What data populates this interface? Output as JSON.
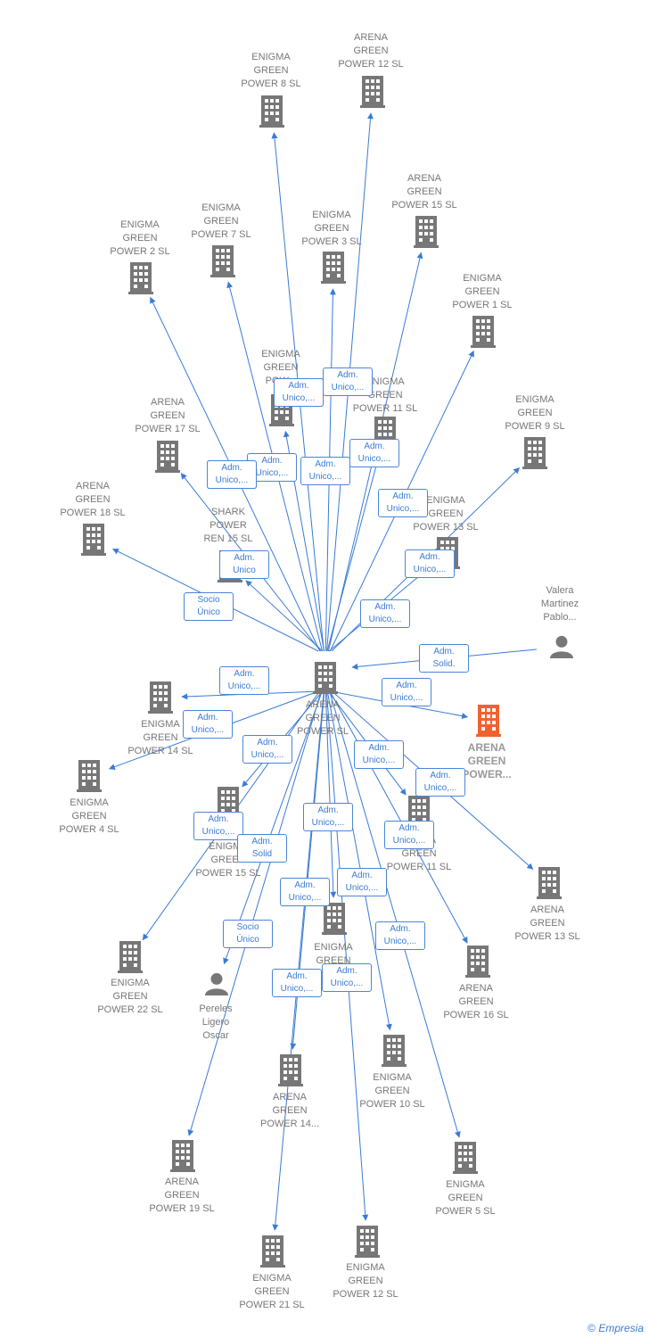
{
  "center": {
    "id": "center",
    "label": "ARENA\nGREEN\nPOWER  SL"
  },
  "nodes": [
    {
      "id": "eg8",
      "label": "ENIGMA\nGREEN\nPOWER 8  SL",
      "kind": "company"
    },
    {
      "id": "ag12t",
      "label": "ARENA\nGREEN\nPOWER 12  SL",
      "kind": "company"
    },
    {
      "id": "ag15t",
      "label": "ARENA\nGREEN\nPOWER 15  SL",
      "kind": "company"
    },
    {
      "id": "eg7",
      "label": "ENIGMA\nGREEN\nPOWER 7  SL",
      "kind": "company"
    },
    {
      "id": "eg3",
      "label": "ENIGMA\nGREEN\nPOWER 3  SL",
      "kind": "company"
    },
    {
      "id": "eg2",
      "label": "ENIGMA\nGREEN\nPOWER 2  SL",
      "kind": "company"
    },
    {
      "id": "eg1",
      "label": "ENIGMA\nGREEN\nPOWER 1  SL",
      "kind": "company"
    },
    {
      "id": "egX",
      "label": "ENIGMA\nGREEN\nPOW...",
      "kind": "company"
    },
    {
      "id": "eg11",
      "label": "ENIGMA\nGREEN\nPOWER 11  SL",
      "kind": "company"
    },
    {
      "id": "eg9",
      "label": "ENIGMA\nGREEN\nPOWER 9  SL",
      "kind": "company"
    },
    {
      "id": "ag17",
      "label": "ARENA\nGREEN\nPOWER 17  SL",
      "kind": "company"
    },
    {
      "id": "eg13",
      "label": "ENIGMA\nGREEN\nPOWER 13  SL",
      "kind": "company"
    },
    {
      "id": "ag18",
      "label": "ARENA\nGREEN\nPOWER 18  SL",
      "kind": "company"
    },
    {
      "id": "shark",
      "label": "SHARK\nPOWER\nREN 15  SL",
      "kind": "company"
    },
    {
      "id": "valera",
      "label": "Valera\nMartinez\nPablo...",
      "kind": "person"
    },
    {
      "id": "eg14",
      "label": "ENIGMA\nGREEN\nPOWER 14  SL",
      "kind": "company"
    },
    {
      "id": "agHL",
      "label": "ARENA\nGREEN\nPOWER...",
      "kind": "highlight"
    },
    {
      "id": "eg4",
      "label": "ENIGMA\nGREEN\nPOWER 4  SL",
      "kind": "company"
    },
    {
      "id": "eg15",
      "label": "ENIGMA\nGREEN\nPOWER 15  SL",
      "kind": "company"
    },
    {
      "id": "ag11",
      "label": "ARENA\nGREEN\nPOWER 11  SL",
      "kind": "company"
    },
    {
      "id": "ag13",
      "label": "ARENA\nGREEN\nPOWER 13  SL",
      "kind": "company"
    },
    {
      "id": "eg6",
      "label": "ENIGMA\nGREEN",
      "kind": "company"
    },
    {
      "id": "ag22",
      "label": "ENIGMA\nGREEN\nPOWER 22  SL",
      "kind": "company"
    },
    {
      "id": "pereles",
      "label": "Pereles\nLigero\nOscar",
      "kind": "person"
    },
    {
      "id": "ag16",
      "label": "ARENA\nGREEN\nPOWER 16  SL",
      "kind": "company"
    },
    {
      "id": "ag14",
      "label": "ARENA\nGREEN\nPOWER 14...",
      "kind": "company"
    },
    {
      "id": "eg10",
      "label": "ENIGMA\nGREEN\nPOWER 10  SL",
      "kind": "company"
    },
    {
      "id": "ag19",
      "label": "ARENA\nGREEN\nPOWER 19  SL",
      "kind": "company"
    },
    {
      "id": "eg5",
      "label": "ENIGMA\nGREEN\nPOWER 5  SL",
      "kind": "company"
    },
    {
      "id": "eg21",
      "label": "ENIGMA\nGREEN\nPOWER 21  SL",
      "kind": "company"
    },
    {
      "id": "eg12",
      "label": "ENIGMA\nGREEN\nPOWER 12  SL",
      "kind": "company"
    }
  ],
  "edges": [
    {
      "to": "eg8",
      "label": "Adm.\nUnico,..."
    },
    {
      "to": "ag12t",
      "label": "Adm.\nUnico,..."
    },
    {
      "to": "ag15t",
      "label": "Adm.\nUnico,..."
    },
    {
      "to": "eg7",
      "label": "Adm.\nUnico,..."
    },
    {
      "to": "eg3",
      "label": "Adm.\nUnico,..."
    },
    {
      "to": "eg2",
      "label": "Adm.\nUnico,..."
    },
    {
      "to": "eg1",
      "label": "Adm.\nUnico,..."
    },
    {
      "to": "egX",
      "label": "Adm.\nUnico,..."
    },
    {
      "to": "eg11",
      "label": "Adm.\nUnico,..."
    },
    {
      "to": "eg9",
      "label": "Adm.\nUnico,..."
    },
    {
      "to": "ag17",
      "label": "Adm.\nUnico,..."
    },
    {
      "to": "eg13",
      "label": "Adm.\nUnico,..."
    },
    {
      "to": "ag18",
      "label": "Socio\nÚnico"
    },
    {
      "to": "shark",
      "label": "Adm.\nUnico"
    },
    {
      "from": "valera",
      "label": "Adm.\nSolid."
    },
    {
      "to": "eg14",
      "label": "Adm.\nUnico,..."
    },
    {
      "to": "agHL",
      "label": "Adm.\nUnico,..."
    },
    {
      "to": "eg4",
      "label": "Adm.\nUnico,..."
    },
    {
      "to": "eg15",
      "label": "Adm.\nUnico,..."
    },
    {
      "to": "ag11",
      "label": "Adm.\nUnico,..."
    },
    {
      "to": "ag13",
      "label": "Adm.\nUnico,..."
    },
    {
      "to": "eg6",
      "label": "Adm.\nUnico,..."
    },
    {
      "to": "ag22",
      "label": "Adm.\nUnico,..."
    },
    {
      "to": "pereles",
      "label": "Socio\nÚnico"
    },
    {
      "to": "ag16",
      "label": "Adm.\nUnico,..."
    },
    {
      "to": "ag14",
      "label": "Adm.\nUnico,..."
    },
    {
      "to": "eg10",
      "label": "Adm.\nUnico,..."
    },
    {
      "to": "ag19",
      "label": "Adm.\nSolid"
    },
    {
      "to": "eg5",
      "label": "Adm.\nUnico,..."
    },
    {
      "to": "eg21",
      "label": "Adm.\nUnico,..."
    },
    {
      "to": "eg12",
      "label": "Adm.\nUnico,..."
    }
  ],
  "footer": {
    "copyright": "©",
    "brand": "Empresia"
  },
  "colors": {
    "edge": "#3a7bd5",
    "icon": "#777777",
    "highlight": "#f0632f"
  }
}
